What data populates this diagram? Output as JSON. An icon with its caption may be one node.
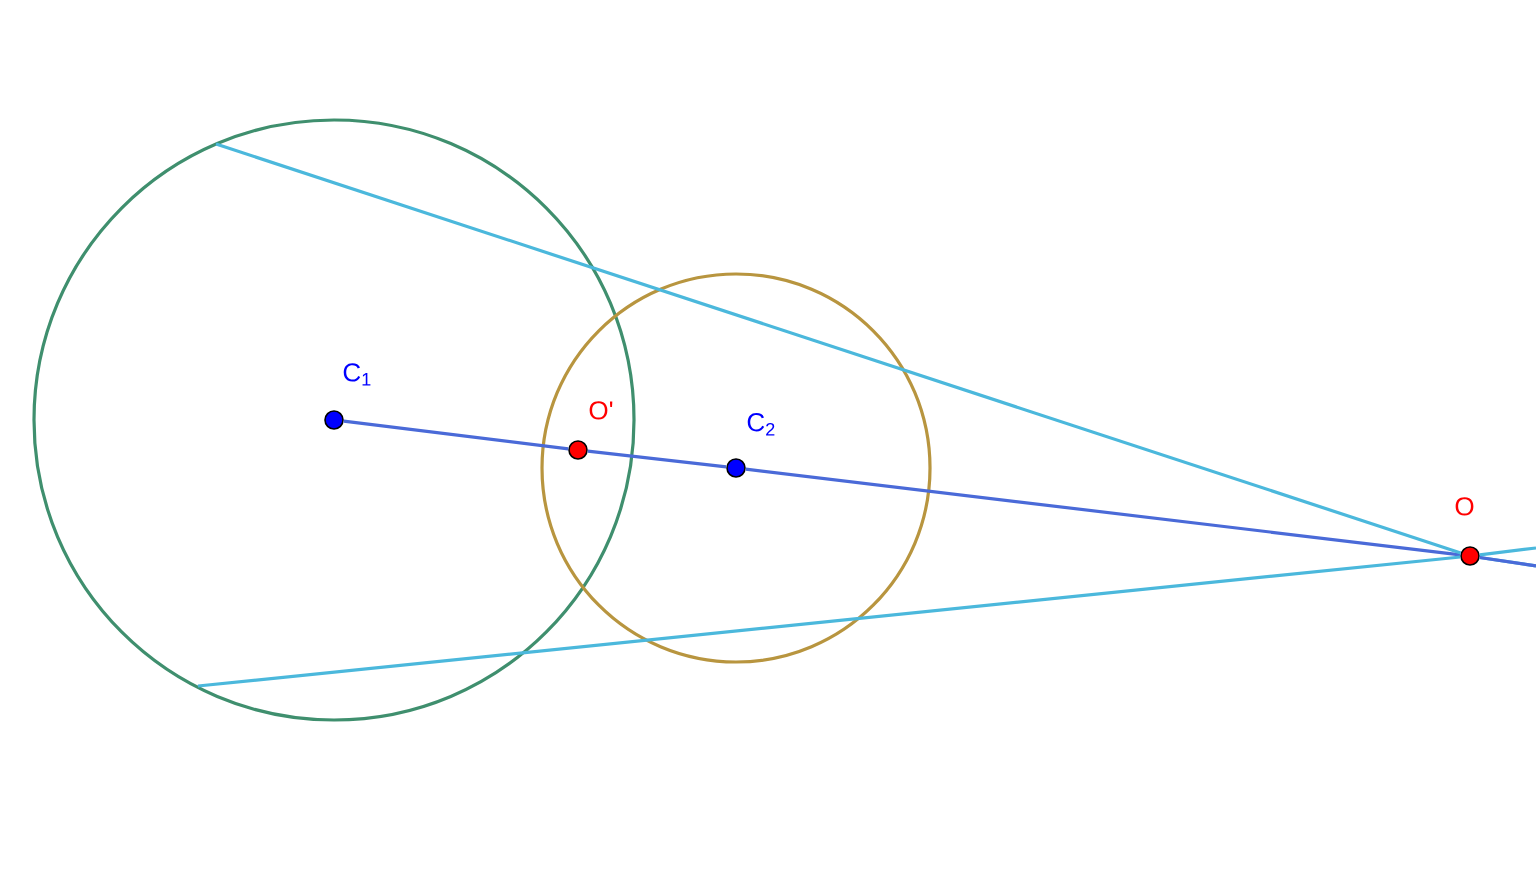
{
  "diagram": {
    "nodes": [
      {
        "text": [
          "C$_{1}$"
        ]
      },
      {
        "text": [
          "O'"
        ]
      },
      {
        "text": [
          "C$_{2}$"
        ]
      },
      {
        "text": [
          "O"
        ]
      }
    ],
    "edges": [
      {
        "from": 0,
        "to": 1,
        "arrow": "none"
      },
      {
        "from": 1,
        "to": 2,
        "arrow": "none"
      },
      {
        "from": 2,
        "to": 3,
        "arrow": "none"
      },
      {
        "from": null,
        "to": 3,
        "arrow": "none",
        "color": "#4bb8dc"
      },
      {
        "from": null,
        "to": 3,
        "arrow": "none",
        "color": "#4bb8dc"
      }
    ]
  }
}
